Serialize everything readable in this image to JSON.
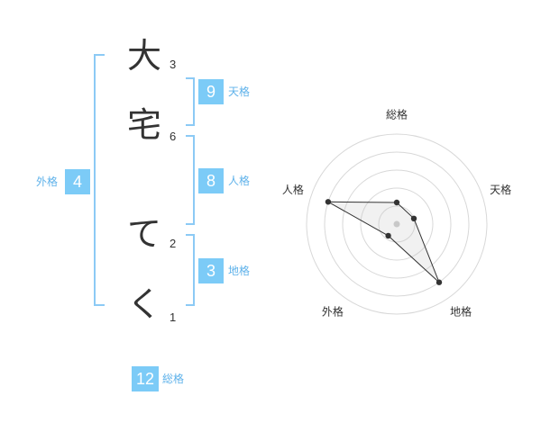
{
  "name": {
    "chars": [
      {
        "char": "大",
        "strokes": "3"
      },
      {
        "char": "宅",
        "strokes": "6"
      },
      {
        "char": "て",
        "strokes": "2"
      },
      {
        "char": "く",
        "strokes": "1"
      }
    ]
  },
  "kaku": {
    "tenkaku": {
      "value": "9",
      "label": "天格"
    },
    "jinkaku": {
      "value": "8",
      "label": "人格"
    },
    "chikaku": {
      "value": "3",
      "label": "地格"
    },
    "gaikaku": {
      "value": "4",
      "label": "外格"
    },
    "soukaku": {
      "value": "12",
      "label": "総格"
    }
  },
  "radar": {
    "axes": [
      "総格",
      "天格",
      "地格",
      "外格",
      "人格"
    ],
    "values": [
      1.2,
      1,
      4,
      0.8,
      4
    ],
    "max": 5,
    "rings": 5
  },
  "colors": {
    "accent": "#7ccbf7",
    "bracket": "#8ccaf5",
    "label": "#5fb2ea",
    "text": "#333333"
  }
}
